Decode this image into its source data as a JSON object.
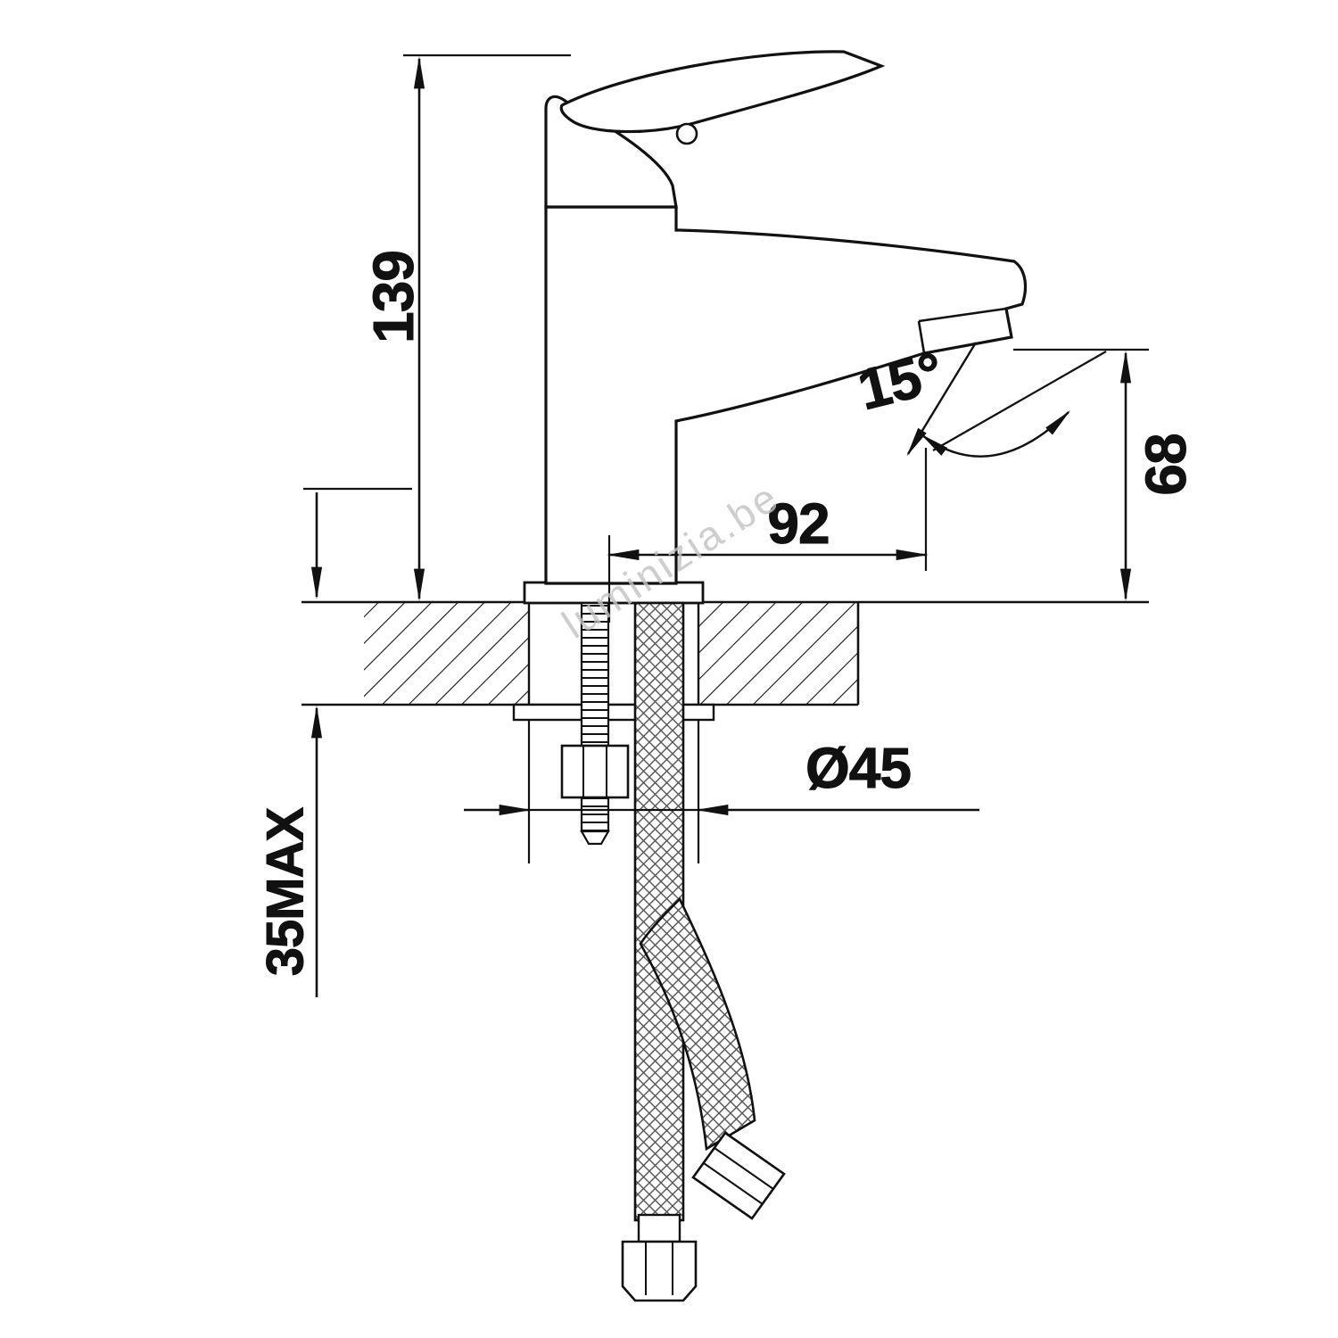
{
  "diagram": {
    "title": "basin-mixer-technical-drawing",
    "subject": "Single-lever basin mixer tap, side elevation with installation dimensions",
    "dimensions": {
      "overall_height": "139",
      "spout_reach": "92",
      "spout_height": "68",
      "spout_angle": "15°",
      "hole_diameter": "Ø45",
      "max_deck_thickness": "35MAX"
    },
    "watermark": "luminizia.be",
    "colors": {
      "line": "#111111",
      "background": "#ffffff",
      "watermark": "#c3c3c3"
    }
  }
}
